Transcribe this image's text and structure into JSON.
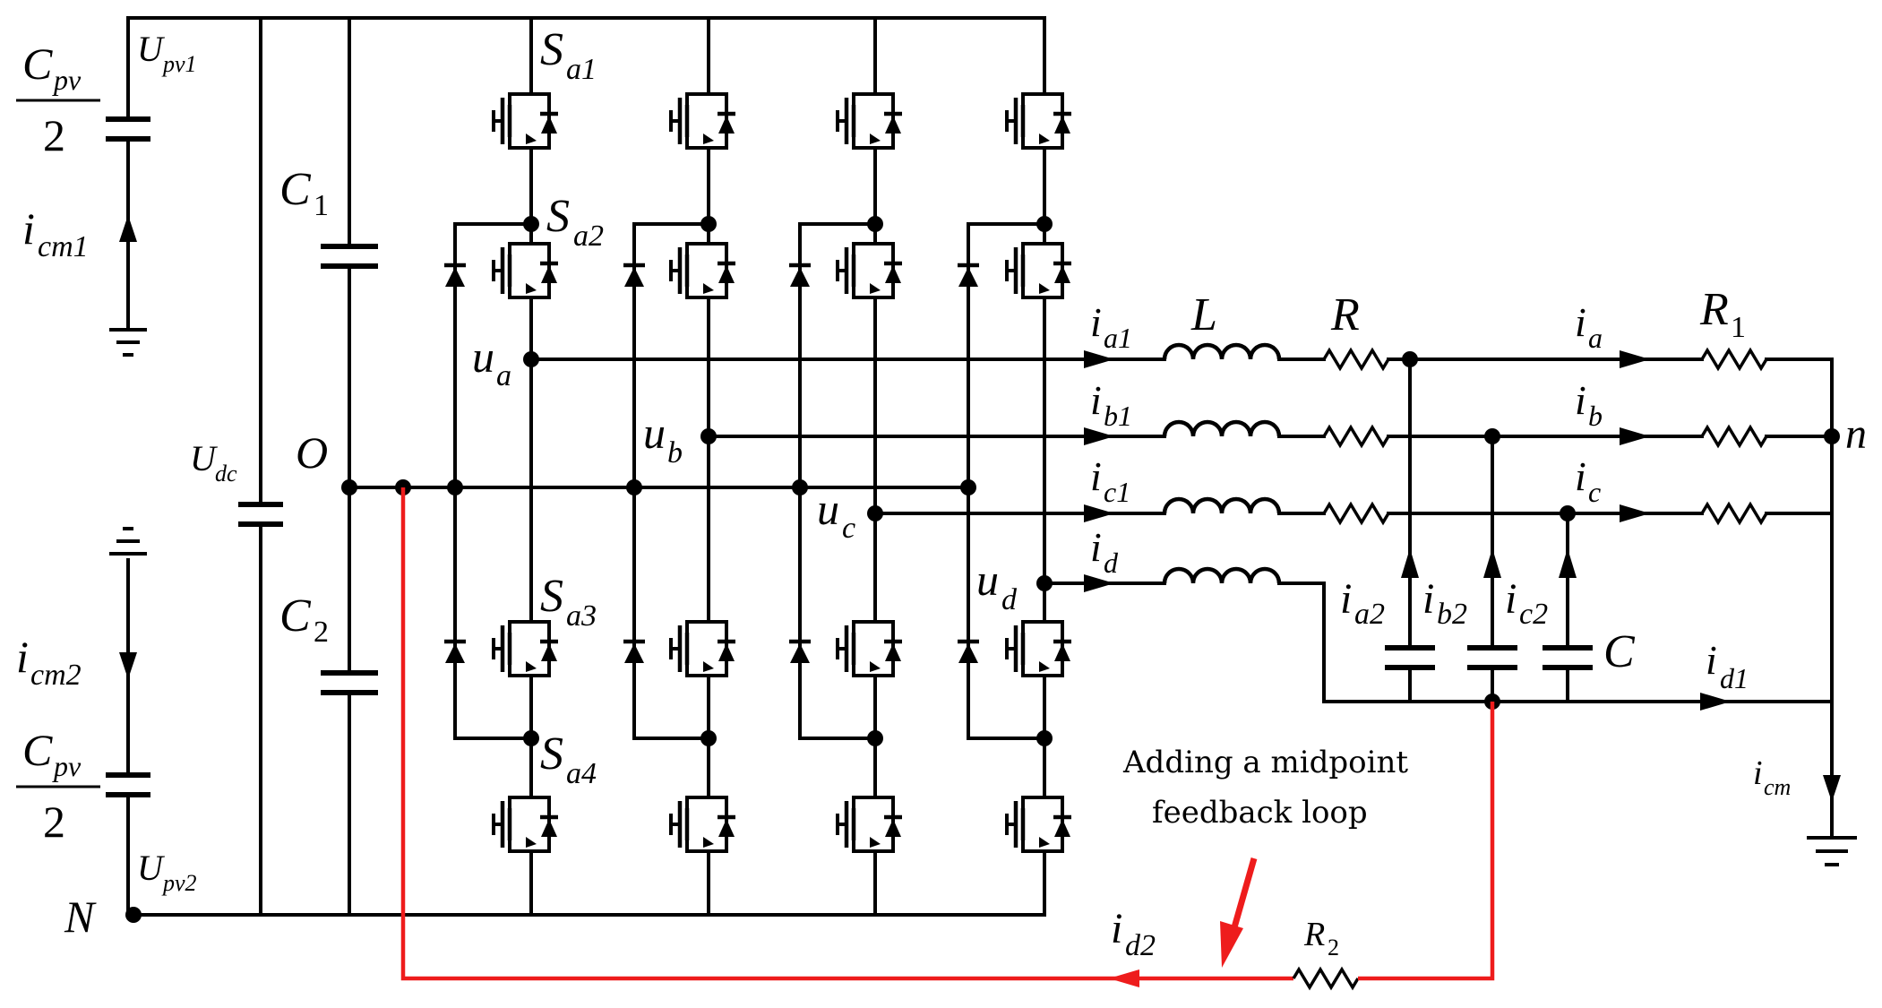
{
  "labels": {
    "cpv": "C",
    "cpv_sub": "pv",
    "two": "2",
    "upv1": "U",
    "upv1_sub": "pv1",
    "upv2": "U",
    "upv2_sub": "pv2",
    "icm1": "i",
    "icm1_sub": "cm1",
    "icm2": "i",
    "icm2_sub": "cm2",
    "udc": "U",
    "udc_sub": "dc",
    "O": "O",
    "N": "N",
    "C1": "C",
    "C1_sub": "1",
    "C2": "C",
    "C2_sub": "2",
    "Sa1": "S",
    "Sa1_sub": "a1",
    "Sa2": "S",
    "Sa2_sub": "a2",
    "Sa3": "S",
    "Sa3_sub": "a3",
    "Sa4": "S",
    "Sa4_sub": "a4",
    "ua": "u",
    "ua_sub": "a",
    "ub": "u",
    "ub_sub": "b",
    "uc": "u",
    "uc_sub": "c",
    "ud": "u",
    "ud_sub": "d",
    "ia1": "i",
    "ia1_sub": "a1",
    "ib1": "i",
    "ib1_sub": "b1",
    "ic1": "i",
    "ic1_sub": "c1",
    "id": "i",
    "id_sub": "d",
    "L": "L",
    "R": "R",
    "ia": "i",
    "ia_sub": "a",
    "ib": "i",
    "ib_sub": "b",
    "ic": "i",
    "ic_sub": "c",
    "R1": "R",
    "R1_sub": "1",
    "n": "n",
    "ia2": "i",
    "ia2_sub": "a2",
    "ib2": "i",
    "ib2_sub": "b2",
    "ic2": "i",
    "ic2_sub": "c2",
    "C": "C",
    "id1": "i",
    "id1_sub": "d1",
    "icm": "i",
    "icm_sub": "cm",
    "id2": "i",
    "id2_sub": "d2",
    "R2": "R",
    "R2_sub": "2",
    "annot_line1": "Adding a midpoint",
    "annot_line2": "feedback loop"
  },
  "colors": {
    "wire": "#000000",
    "feedback": "#ee1c1c"
  }
}
